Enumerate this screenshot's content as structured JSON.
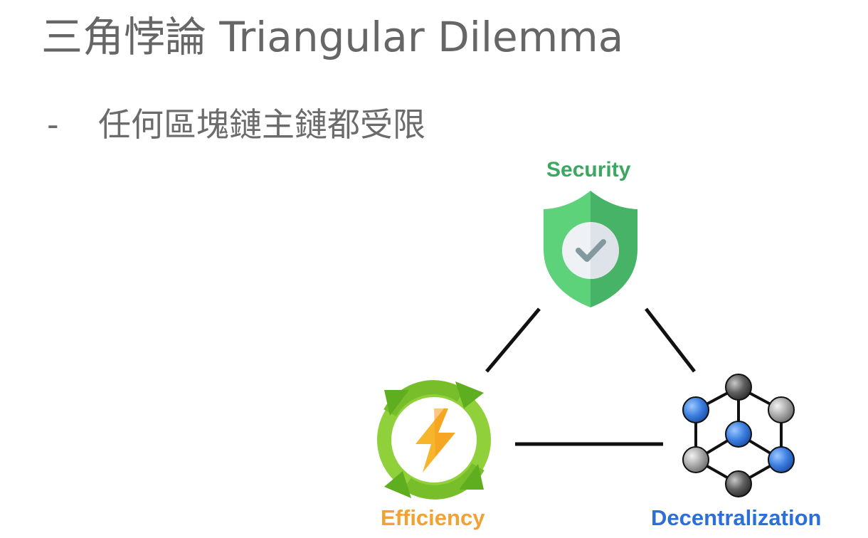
{
  "slide": {
    "title": "三角悖論 Triangular Dilemma",
    "bullet_marker": "-",
    "bullet_text": "任何區塊鏈主鏈都受限"
  },
  "diagram": {
    "nodes": {
      "security": {
        "label": "Security",
        "color": "#3aa860",
        "icon": "shield-check-icon"
      },
      "efficiency": {
        "label": "Efficiency",
        "color": "#f0a236",
        "icon": "recycle-lightning-icon"
      },
      "decentralization": {
        "label": "Decentralization",
        "color": "#2d6fd6",
        "icon": "network-nodes-icon"
      }
    },
    "connectors": [
      "security-efficiency",
      "security-decentralization",
      "efficiency-decentralization"
    ]
  }
}
